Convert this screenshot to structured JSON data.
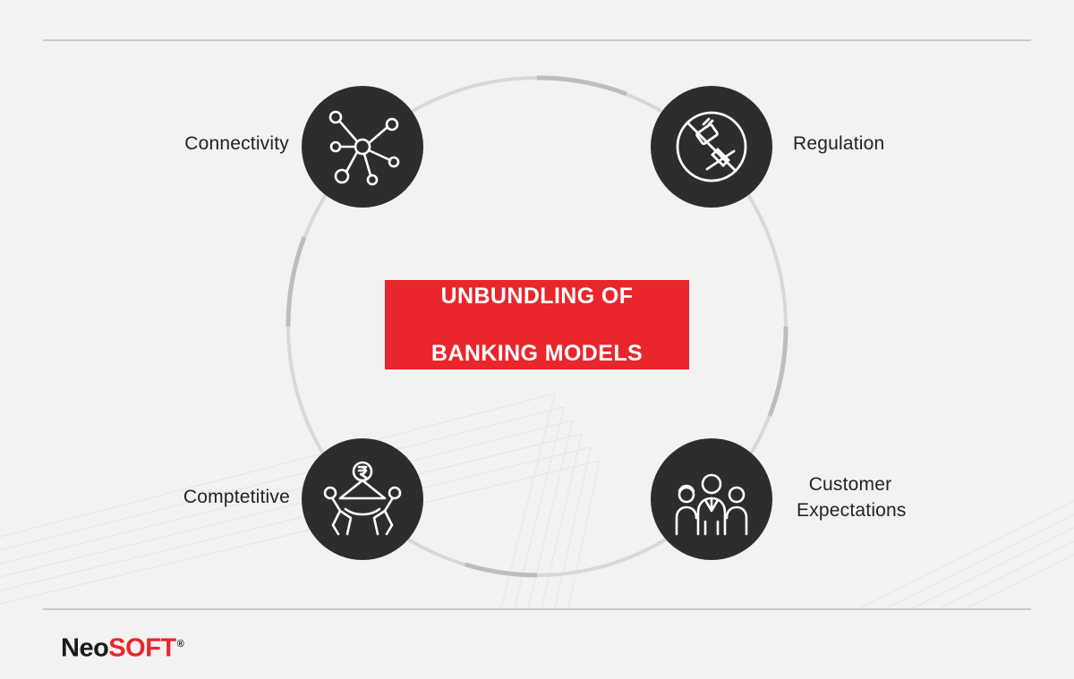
{
  "center": {
    "title_line1": "UNBUNDLING OF",
    "title_line2": "BANKING MODELS"
  },
  "nodes": [
    {
      "id": "connectivity",
      "label": "Connectivity",
      "icon": "network-icon"
    },
    {
      "id": "regulation",
      "label": "Regulation",
      "icon": "prohibited-stamp-icon"
    },
    {
      "id": "competitive",
      "label": "Comptetitive",
      "icon": "tug-of-war-rupee-icon"
    },
    {
      "id": "customer",
      "label_line1": "Customer",
      "label_line2": "Expectations",
      "icon": "people-group-icon"
    }
  ],
  "brand": {
    "name_part1": "Neo",
    "name_part2": "SOFT",
    "mark": "®"
  },
  "colors": {
    "accent": "#e8262c",
    "node": "#2d2d2d",
    "ring": "#d8d8d8",
    "background": "#f2f2f2"
  }
}
